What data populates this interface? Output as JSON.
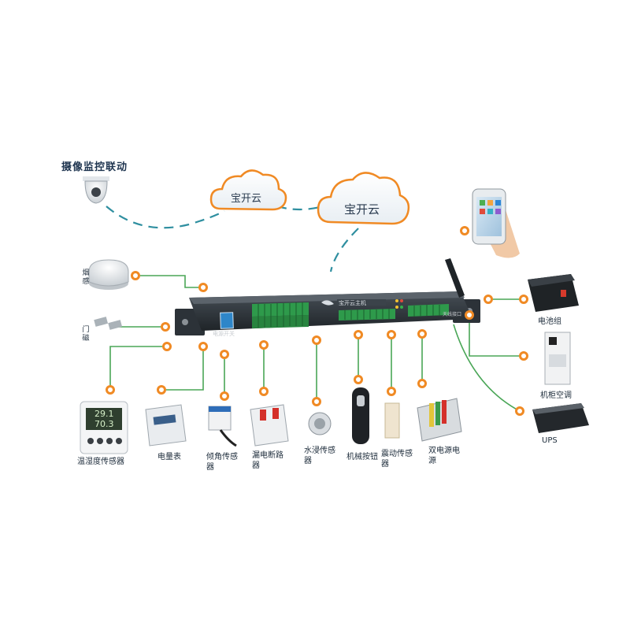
{
  "title": "摄像监控联动",
  "clouds": [
    "宝开云",
    "宝开云"
  ],
  "labels": {
    "smoke": "烟感",
    "door": "门磁",
    "temp_humidity": "温湿度传感器",
    "power_meter": "电量表",
    "tilt": "倾角传感器",
    "leak": "漏电断路器",
    "water": "水浸传感器",
    "button": "机械按钮",
    "vibration": "震动传感器",
    "dual_power": "双电源电源",
    "battery": "电池组",
    "ac": "机柜空调",
    "ups": "UPS"
  },
  "device": {
    "power_switch": "电源开关",
    "brand": "宝开云主机",
    "antenna_label": "天线接口"
  },
  "lcd": {
    "line1": "29.1",
    "line2": "70.3"
  },
  "colors": {
    "connector": "#f08a24",
    "green_line": "#4aa657",
    "dash_line": "#2f8fa0",
    "device_body": "#2c3238",
    "terminal": "#2e9a4b"
  }
}
